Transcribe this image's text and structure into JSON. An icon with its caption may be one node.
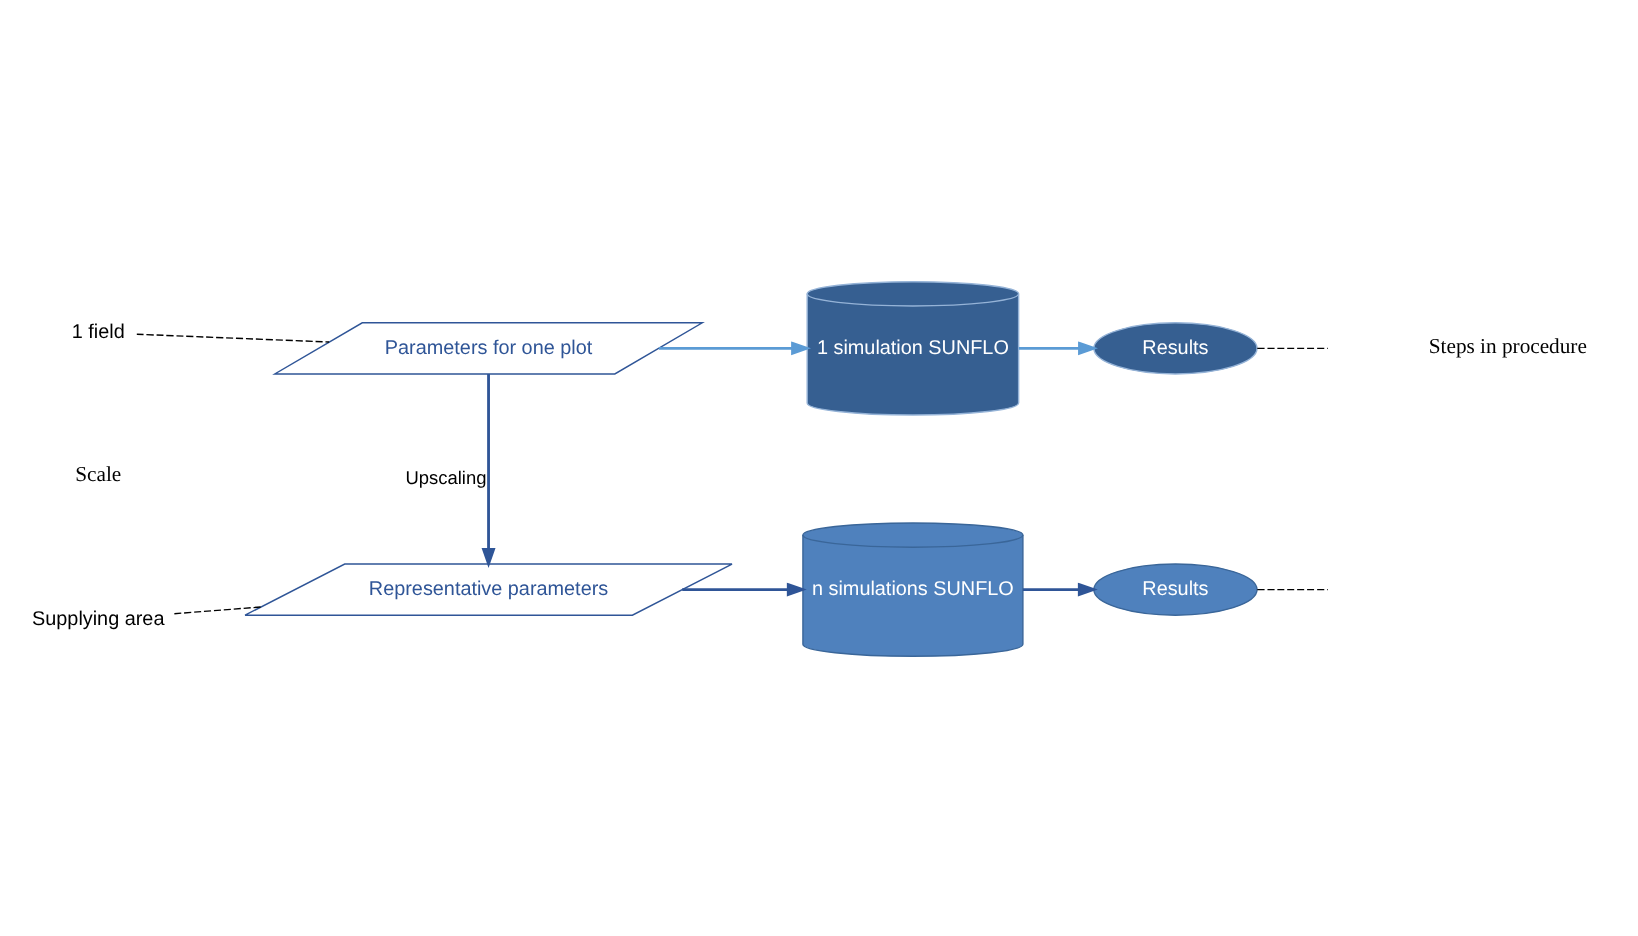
{
  "diagram": {
    "nodes": [
      {
        "text": [
          "Supplying area"
        ]
      },
      {
        "text": [
          "Representative parameters"
        ]
      },
      {
        "text": [
          "n simulations SUNFLO"
        ]
      },
      {
        "text": [
          "Results"
        ]
      },
      {
        "text": [
          "1 field"
        ]
      },
      {
        "text": [
          "Parameters for one plot"
        ]
      },
      {
        "text": [
          "1 simulation SUNFLO"
        ]
      },
      {
        "text": [
          "Results"
        ]
      }
    ],
    "edges": [
      {
        "from": 0,
        "to": 1,
        "arrow": "none",
        "style": "dashed",
        "color": "#000000"
      },
      {
        "from": 1,
        "to": 2,
        "arrow": "to",
        "color": "#2f5597"
      },
      {
        "from": 2,
        "to": 3,
        "arrow": "to",
        "color": "#2f5597"
      },
      {
        "from": 3,
        "to": null,
        "arrow": "none",
        "style": "dashed",
        "color": "#000000"
      },
      {
        "from": 5,
        "to": 1,
        "arrow": "to",
        "label": "Upscaling",
        "color": "#2f5597"
      },
      {
        "from": 4,
        "to": 5,
        "arrow": "none",
        "style": "dashed",
        "color": "#000000"
      },
      {
        "from": 5,
        "to": 6,
        "arrow": "to",
        "color": "#5b9bd5"
      },
      {
        "from": 6,
        "to": 7,
        "arrow": "to",
        "color": "#5b9bd5"
      },
      {
        "from": 7,
        "to": null,
        "arrow": "none",
        "style": "dashed",
        "color": "#000000"
      }
    ],
    "labels": [
      "Scale",
      "Steps in procedure"
    ]
  }
}
